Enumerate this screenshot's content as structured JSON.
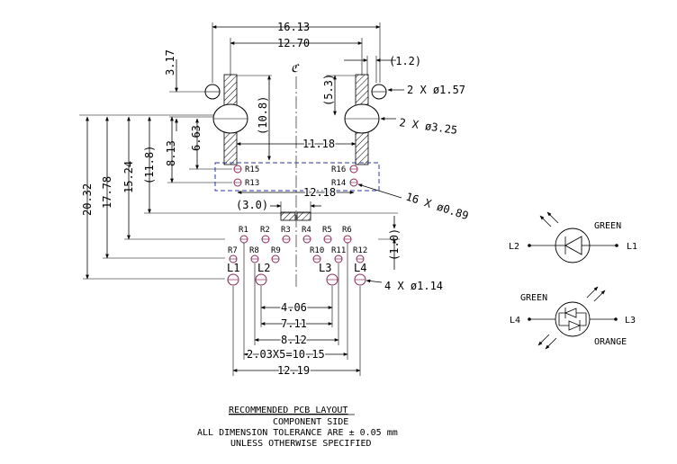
{
  "dimensions": {
    "top_16_13": "16.13",
    "top_12_70": "12.70",
    "paren_1_2": "(1.2)",
    "hole_small": "2 X ø1.57",
    "hole_large": "2 X ø3.25",
    "v_3_17": "3.17",
    "v_5_3": "(5.3)",
    "v_10_8": "(10.8)",
    "v_6_63": "6.63",
    "v_8_13": "8.13",
    "v_11_8": "(11.8)",
    "v_15_24": "15.24",
    "v_17_78": "17.78",
    "v_20_32": "20.32",
    "h_11_18": "11.18",
    "h_12_18": "12.18",
    "h_3_0": "(3.0)",
    "v_1_0": "(1.0)",
    "pad_16": "16 X ø0.89",
    "pad_4": "4 X ø1.14",
    "b_4_06": "4.06",
    "b_7_11": "7.11",
    "b_8_12": "8.12",
    "b_pitch": "2.03X5=10.15",
    "b_12_19": "12.19",
    "centerline": "ℭ"
  },
  "pads": {
    "r15": "R15",
    "r16": "R16",
    "r13": "R13",
    "r14": "R14",
    "r1": "R1",
    "r2": "R2",
    "r3": "R3",
    "r4": "R4",
    "r5": "R5",
    "r6": "R6",
    "r7": "R7",
    "r8": "R8",
    "r9": "R9",
    "r10": "R10",
    "r11": "R11",
    "r12": "R12",
    "l1": "L1",
    "l2": "L2",
    "l3": "L3",
    "l4": "L4"
  },
  "led_symbols": {
    "green1": "GREEN",
    "l2": "L2",
    "l1": "L1",
    "green2": "GREEN",
    "l4": "L4",
    "l3": "L3",
    "orange": "ORANGE"
  },
  "notes": {
    "title": "RECOMMENDED PCB LAYOUT",
    "line2": "COMPONENT SIDE",
    "line3": "ALL DIMENSION TOLERANCE ARE ± 0.05 mm",
    "line4": "UNLESS OTHERWISE SPECIFIED"
  }
}
